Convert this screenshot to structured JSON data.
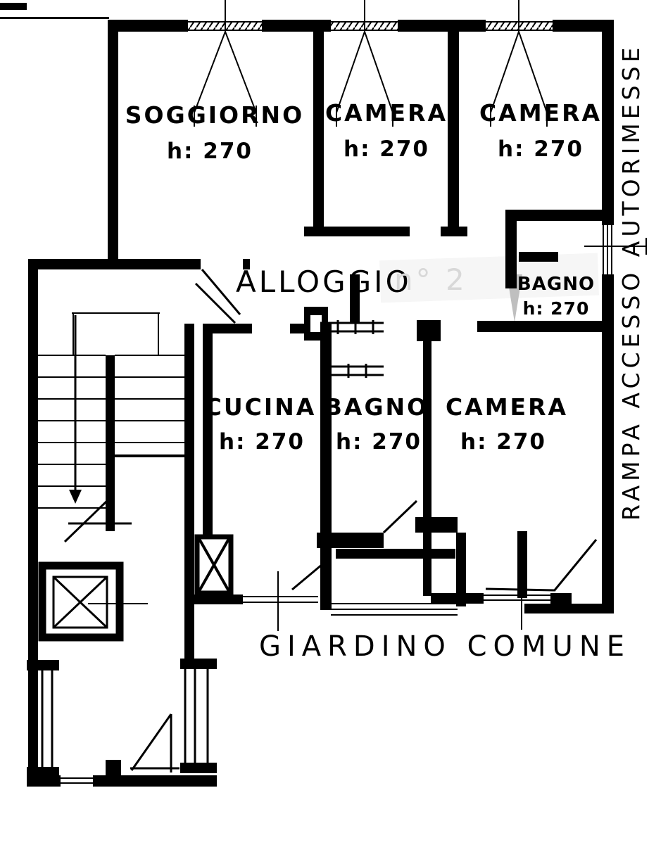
{
  "plan": {
    "unit_label": {
      "main": "ALLOGGIO",
      "faded": "n° 2"
    },
    "rooms": [
      {
        "id": "soggiorno",
        "name": "SOGGIORNO",
        "height": "h: 270"
      },
      {
        "id": "camera-top-mid",
        "name": "CAMERA",
        "height": "h: 270"
      },
      {
        "id": "camera-top-right",
        "name": "CAMERA",
        "height": "h: 270"
      },
      {
        "id": "bagno-top-right",
        "name": "BAGNO",
        "height": "h: 270"
      },
      {
        "id": "cucina",
        "name": "CUCINA",
        "height": "h: 270"
      },
      {
        "id": "bagno-mid",
        "name": "BAGNO",
        "height": "h: 270"
      },
      {
        "id": "camera-bottom",
        "name": "CAMERA",
        "height": "h: 270"
      }
    ],
    "garden_label": "GIARDINO COMUNE",
    "ramp_label": "RAMPA ACCESSO AUTORIMESSE",
    "colors": {
      "ink": "#000000",
      "paper": "#ffffff",
      "watermark": "#d8d8d8"
    }
  }
}
